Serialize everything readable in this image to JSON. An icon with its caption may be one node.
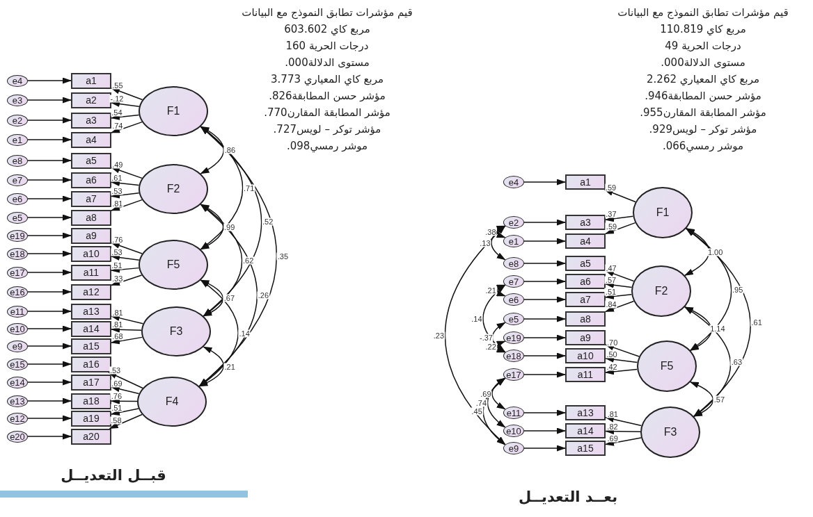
{
  "diagram": {
    "nodes": [
      {
        "text": [
          "e4"
        ]
      },
      {
        "text": [
          "e3"
        ]
      },
      {
        "text": [
          "e2"
        ]
      },
      {
        "text": [
          "e1"
        ]
      },
      {
        "text": [
          "e8"
        ]
      },
      {
        "text": [
          "e7"
        ]
      },
      {
        "text": [
          "e6"
        ]
      },
      {
        "text": [
          "e5"
        ]
      },
      {
        "text": [
          "e19"
        ]
      },
      {
        "text": [
          "e18"
        ]
      },
      {
        "text": [
          "e17"
        ]
      },
      {
        "text": [
          "e16"
        ]
      },
      {
        "text": [
          "e11"
        ]
      },
      {
        "text": [
          "e10"
        ]
      },
      {
        "text": [
          "e9"
        ]
      },
      {
        "text": [
          "e15"
        ]
      },
      {
        "text": [
          "e14"
        ]
      },
      {
        "text": [
          "e13"
        ]
      },
      {
        "text": [
          "e12"
        ]
      },
      {
        "text": [
          "e20"
        ]
      },
      {
        "text": [
          "a1"
        ]
      },
      {
        "text": [
          "a2"
        ]
      },
      {
        "text": [
          "a3"
        ]
      },
      {
        "text": [
          "a4"
        ]
      },
      {
        "text": [
          "a5"
        ]
      },
      {
        "text": [
          "a6"
        ]
      },
      {
        "text": [
          "a7"
        ]
      },
      {
        "text": [
          "a8"
        ]
      },
      {
        "text": [
          "a9"
        ]
      },
      {
        "text": [
          "a10"
        ]
      },
      {
        "text": [
          "a11"
        ]
      },
      {
        "text": [
          "a12"
        ]
      },
      {
        "text": [
          "a13"
        ]
      },
      {
        "text": [
          "a14"
        ]
      },
      {
        "text": [
          "a15"
        ]
      },
      {
        "text": [
          "a16"
        ]
      },
      {
        "text": [
          "a17"
        ]
      },
      {
        "text": [
          "a18"
        ]
      },
      {
        "text": [
          "a19"
        ]
      },
      {
        "text": [
          "a20"
        ]
      },
      {
        "text": [
          "F1"
        ]
      },
      {
        "text": [
          "F2"
        ]
      },
      {
        "text": [
          "F5"
        ]
      },
      {
        "text": [
          "F3"
        ]
      },
      {
        "text": [
          "F4"
        ]
      },
      {
        "text": [
          "e4"
        ]
      },
      {
        "text": [
          "e2"
        ]
      },
      {
        "text": [
          "e1"
        ]
      },
      {
        "text": [
          "e8"
        ]
      },
      {
        "text": [
          "e7"
        ]
      },
      {
        "text": [
          "e6"
        ]
      },
      {
        "text": [
          "e5"
        ]
      },
      {
        "text": [
          "e19"
        ]
      },
      {
        "text": [
          "e18"
        ]
      },
      {
        "text": [
          "e17"
        ]
      },
      {
        "text": [
          "e11"
        ]
      },
      {
        "text": [
          "e10"
        ]
      },
      {
        "text": [
          "e9"
        ]
      },
      {
        "text": [
          "a1"
        ]
      },
      {
        "text": [
          "a3"
        ]
      },
      {
        "text": [
          "a4"
        ]
      },
      {
        "text": [
          "a5"
        ]
      },
      {
        "text": [
          "a6"
        ]
      },
      {
        "text": [
          "a7"
        ]
      },
      {
        "text": [
          "a8"
        ]
      },
      {
        "text": [
          "a9"
        ]
      },
      {
        "text": [
          "a10"
        ]
      },
      {
        "text": [
          "a11"
        ]
      },
      {
        "text": [
          "a13"
        ]
      },
      {
        "text": [
          "a14"
        ]
      },
      {
        "text": [
          "a15"
        ]
      },
      {
        "text": [
          "F1"
        ]
      },
      {
        "text": [
          "F2"
        ]
      },
      {
        "text": [
          "F5"
        ]
      },
      {
        "text": [
          "F3"
        ]
      }
    ],
    "edges": [
      {
        "from": 0,
        "to": 20,
        "arrow": "to"
      },
      {
        "from": 1,
        "to": 21,
        "arrow": "to"
      },
      {
        "from": 2,
        "to": 22,
        "arrow": "to"
      },
      {
        "from": 3,
        "to": 23,
        "arrow": "to"
      },
      {
        "from": 4,
        "to": 24,
        "arrow": "to"
      },
      {
        "from": 5,
        "to": 25,
        "arrow": "to"
      },
      {
        "from": 6,
        "to": 26,
        "arrow": "to"
      },
      {
        "from": 7,
        "to": 27,
        "arrow": "to"
      },
      {
        "from": 8,
        "to": 28,
        "arrow": "to"
      },
      {
        "from": 9,
        "to": 29,
        "arrow": "to"
      },
      {
        "from": 10,
        "to": 30,
        "arrow": "to"
      },
      {
        "from": 11,
        "to": 31,
        "arrow": "to"
      },
      {
        "from": 12,
        "to": 32,
        "arrow": "to"
      },
      {
        "from": 13,
        "to": 33,
        "arrow": "to"
      },
      {
        "from": 14,
        "to": 34,
        "arrow": "to"
      },
      {
        "from": 15,
        "to": 35,
        "arrow": "to"
      },
      {
        "from": 16,
        "to": 36,
        "arrow": "to"
      },
      {
        "from": 17,
        "to": 37,
        "arrow": "to"
      },
      {
        "from": 18,
        "to": 38,
        "arrow": "to"
      },
      {
        "from": 19,
        "to": 39,
        "arrow": "to"
      },
      {
        "from": 40,
        "to": 20,
        "arrow": "to",
        "label": ".55"
      },
      {
        "from": 40,
        "to": 21,
        "arrow": "to",
        "label": "-.12"
      },
      {
        "from": 40,
        "to": 22,
        "arrow": "to",
        "label": ".54"
      },
      {
        "from": 40,
        "to": 23,
        "arrow": "to",
        "label": ".74"
      },
      {
        "from": 41,
        "to": 24,
        "arrow": "to",
        "label": ".49"
      },
      {
        "from": 41,
        "to": 25,
        "arrow": "to",
        "label": ".61"
      },
      {
        "from": 41,
        "to": 26,
        "arrow": "to",
        "label": ".53"
      },
      {
        "from": 41,
        "to": 27,
        "arrow": "to",
        "label": ".81"
      },
      {
        "from": 42,
        "to": 28,
        "arrow": "to",
        "label": ".76"
      },
      {
        "from": 42,
        "to": 29,
        "arrow": "to",
        "label": ".53"
      },
      {
        "from": 42,
        "to": 30,
        "arrow": "to",
        "label": ".51"
      },
      {
        "from": 42,
        "to": 31,
        "arrow": "to",
        "label": ".33"
      },
      {
        "from": 43,
        "to": 32,
        "arrow": "to",
        "label": ".81"
      },
      {
        "from": 43,
        "to": 33,
        "arrow": "to",
        "label": ".81"
      },
      {
        "from": 43,
        "to": 34,
        "arrow": "to",
        "label": ".68"
      },
      {
        "from": 44,
        "to": 35,
        "arrow": "to",
        "label": ".53"
      },
      {
        "from": 44,
        "to": 36,
        "arrow": "to",
        "label": ".69"
      },
      {
        "from": 44,
        "to": 37,
        "arrow": "to",
        "label": ".76"
      },
      {
        "from": 44,
        "to": 38,
        "arrow": "to",
        "label": ".51"
      },
      {
        "from": 44,
        "to": 39,
        "arrow": "to",
        "label": ".58"
      },
      {
        "from": 40,
        "to": 41,
        "arrow": "both",
        "label": ".86"
      },
      {
        "from": 40,
        "to": 42,
        "arrow": "both",
        "label": ".71"
      },
      {
        "from": 40,
        "to": 43,
        "arrow": "both",
        "label": ".52"
      },
      {
        "from": 40,
        "to": 44,
        "arrow": "both",
        "label": ".35"
      },
      {
        "from": 41,
        "to": 42,
        "arrow": "both",
        "label": ".99"
      },
      {
        "from": 41,
        "to": 43,
        "arrow": "both",
        "label": ".62"
      },
      {
        "from": 41,
        "to": 44,
        "arrow": "both",
        "label": ".26"
      },
      {
        "from": 42,
        "to": 43,
        "arrow": "both",
        "label": ".67"
      },
      {
        "from": 42,
        "to": 44,
        "arrow": "both",
        "label": ".14"
      },
      {
        "from": 43,
        "to": 44,
        "arrow": "both",
        "label": ".21"
      },
      {
        "from": 45,
        "to": 58,
        "arrow": "to"
      },
      {
        "from": 46,
        "to": 59,
        "arrow": "to"
      },
      {
        "from": 47,
        "to": 60,
        "arrow": "to"
      },
      {
        "from": 48,
        "to": 61,
        "arrow": "to"
      },
      {
        "from": 49,
        "to": 62,
        "arrow": "to"
      },
      {
        "from": 50,
        "to": 63,
        "arrow": "to"
      },
      {
        "from": 51,
        "to": 64,
        "arrow": "to"
      },
      {
        "from": 52,
        "to": 65,
        "arrow": "to"
      },
      {
        "from": 53,
        "to": 66,
        "arrow": "to"
      },
      {
        "from": 54,
        "to": 67,
        "arrow": "to"
      },
      {
        "from": 55,
        "to": 68,
        "arrow": "to"
      },
      {
        "from": 56,
        "to": 69,
        "arrow": "to"
      },
      {
        "from": 57,
        "to": 70,
        "arrow": "to"
      },
      {
        "from": 71,
        "to": 58,
        "arrow": "to",
        "label": ".59"
      },
      {
        "from": 71,
        "to": 59,
        "arrow": "to",
        "label": ".37"
      },
      {
        "from": 71,
        "to": 60,
        "arrow": "to",
        "label": ".59"
      },
      {
        "from": 72,
        "to": 61,
        "arrow": "to",
        "label": ".47"
      },
      {
        "from": 72,
        "to": 62,
        "arrow": "to",
        "label": ".57"
      },
      {
        "from": 72,
        "to": 63,
        "arrow": "to",
        "label": ".51"
      },
      {
        "from": 72,
        "to": 64,
        "arrow": "to",
        "label": ".84"
      },
      {
        "from": 73,
        "to": 65,
        "arrow": "to",
        "label": ".70"
      },
      {
        "from": 73,
        "to": 66,
        "arrow": "to",
        "label": ".50"
      },
      {
        "from": 73,
        "to": 67,
        "arrow": "to",
        "label": ".42"
      },
      {
        "from": 74,
        "to": 68,
        "arrow": "to",
        "label": ".81"
      },
      {
        "from": 74,
        "to": 69,
        "arrow": "to",
        "label": ".82"
      },
      {
        "from": 74,
        "to": 70,
        "arrow": "to",
        "label": ".69"
      },
      {
        "from": 71,
        "to": 72,
        "arrow": "both",
        "label": "1.00"
      },
      {
        "from": 71,
        "to": 73,
        "arrow": "both",
        "label": ".95"
      },
      {
        "from": 71,
        "to": 74,
        "arrow": "both",
        "label": ".61"
      },
      {
        "from": 72,
        "to": 73,
        "arrow": "both",
        "label": "1.14"
      },
      {
        "from": 72,
        "to": 74,
        "arrow": "both",
        "label": ".63"
      },
      {
        "from": 73,
        "to": 74,
        "arrow": "both",
        "label": ".57"
      },
      {
        "from": 46,
        "to": 47,
        "arrow": "both",
        "label": ".38"
      },
      {
        "from": 46,
        "to": 48,
        "arrow": "both",
        "label": ".13"
      },
      {
        "from": 49,
        "to": 50,
        "arrow": "both",
        "label": ".21"
      },
      {
        "from": 46,
        "to": 57,
        "arrow": "both",
        "label": ".23"
      },
      {
        "from": 49,
        "to": 53,
        "arrow": "both",
        "label": ".14"
      },
      {
        "from": 51,
        "to": 53,
        "arrow": "both",
        "label": "-.37"
      },
      {
        "from": 52,
        "to": 53,
        "arrow": "both",
        "label": ".22"
      },
      {
        "from": 54,
        "to": 55,
        "arrow": "both",
        "label": ".69"
      },
      {
        "from": 54,
        "to": 56,
        "arrow": "both",
        "label": ".74"
      },
      {
        "from": 54,
        "to": 57,
        "arrow": "both",
        "label": ".45"
      }
    ],
    "labels": [
      "قيم مؤشرات تطابق النموذج مع البيانات",
      "مربع كاي 603.602",
      "درجات الحرية 160",
      "مستوى الدلالة000.",
      "مربع كاي المعياري 3.773",
      "مؤشر حسن المطابقة826.",
      "مؤشر المطابقة المقارن770.",
      "مؤشر توكر – لويس727.",
      "موشر رمسي098.",
      "قيم مؤشرات تطابق النموذج مع البيانات",
      "مربع كاي 110.819",
      "درجات الحرية 49",
      "مستوى الدلالة000.",
      "مربع كاي المعياري 2.262",
      "مؤشر حسن المطابقة946.",
      "مؤشر المطابقة المقارن955.",
      "مؤشر توكر – لويس929.",
      "موشر رمسي066.",
      "قبــل التعديــل",
      "بعــد التعديــل"
    ]
  }
}
